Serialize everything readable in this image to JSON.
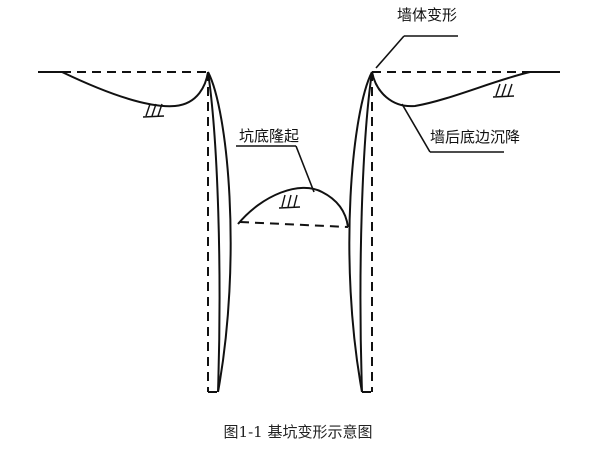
{
  "labels": {
    "wall_deformation": "墙体变形",
    "pit_bottom_heave": "坑底隆起",
    "settlement_behind_wall": "墙后底边沉降"
  },
  "caption": "图1-1 基坑变形示意图",
  "colors": {
    "line": "#111111",
    "background": "#ffffff"
  }
}
